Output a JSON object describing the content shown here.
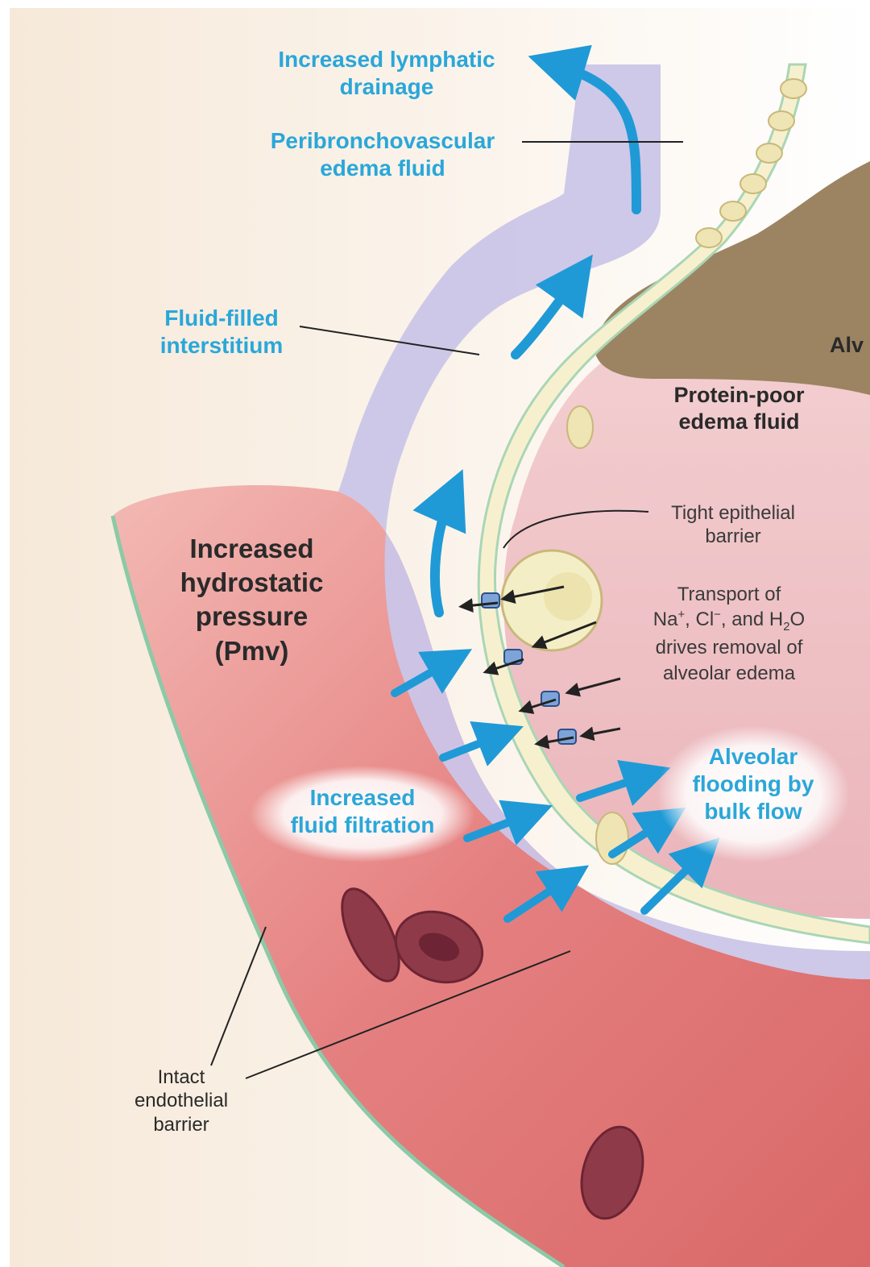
{
  "labels": {
    "lymphatic": [
      "Increased lymphatic",
      "drainage"
    ],
    "peribronchovascular": [
      "Peribronchovascular",
      "edema fluid"
    ],
    "interstitium": [
      "Fluid-filled",
      "interstitium"
    ],
    "alveolus_partial": "Alv",
    "protein_poor": [
      "Protein-poor",
      "edema fluid"
    ],
    "tight_barrier": [
      "Tight epithelial",
      "barrier"
    ],
    "transport": {
      "line1": "Transport of",
      "na": "Na",
      "na_sup": "+",
      "sep1": ", Cl",
      "cl_sup": "−",
      "sep2": ", and H",
      "h_sub": "2",
      "o": "O",
      "line3": "drives removal of",
      "line4": "alveolar edema"
    },
    "hydrostatic": [
      "Increased",
      "hydrostatic",
      "pressure",
      "(Pmv)"
    ],
    "filtration": [
      "Increased",
      "fluid filtration"
    ],
    "flooding": [
      "Alveolar",
      "flooding by",
      "bulk flow"
    ],
    "endothelial": [
      "Intact",
      "endothelial",
      "barrier"
    ]
  },
  "colors": {
    "label_blue": "#2aa7d9",
    "arrow_blue": "#1f9ad6",
    "vessel_red": "#e07b7b",
    "interstitium": "#c9c3e6",
    "alveolus_pink": "#f0c4c8",
    "epithelium": "#f7f0cf",
    "alveolar_air": "#9c8462"
  }
}
